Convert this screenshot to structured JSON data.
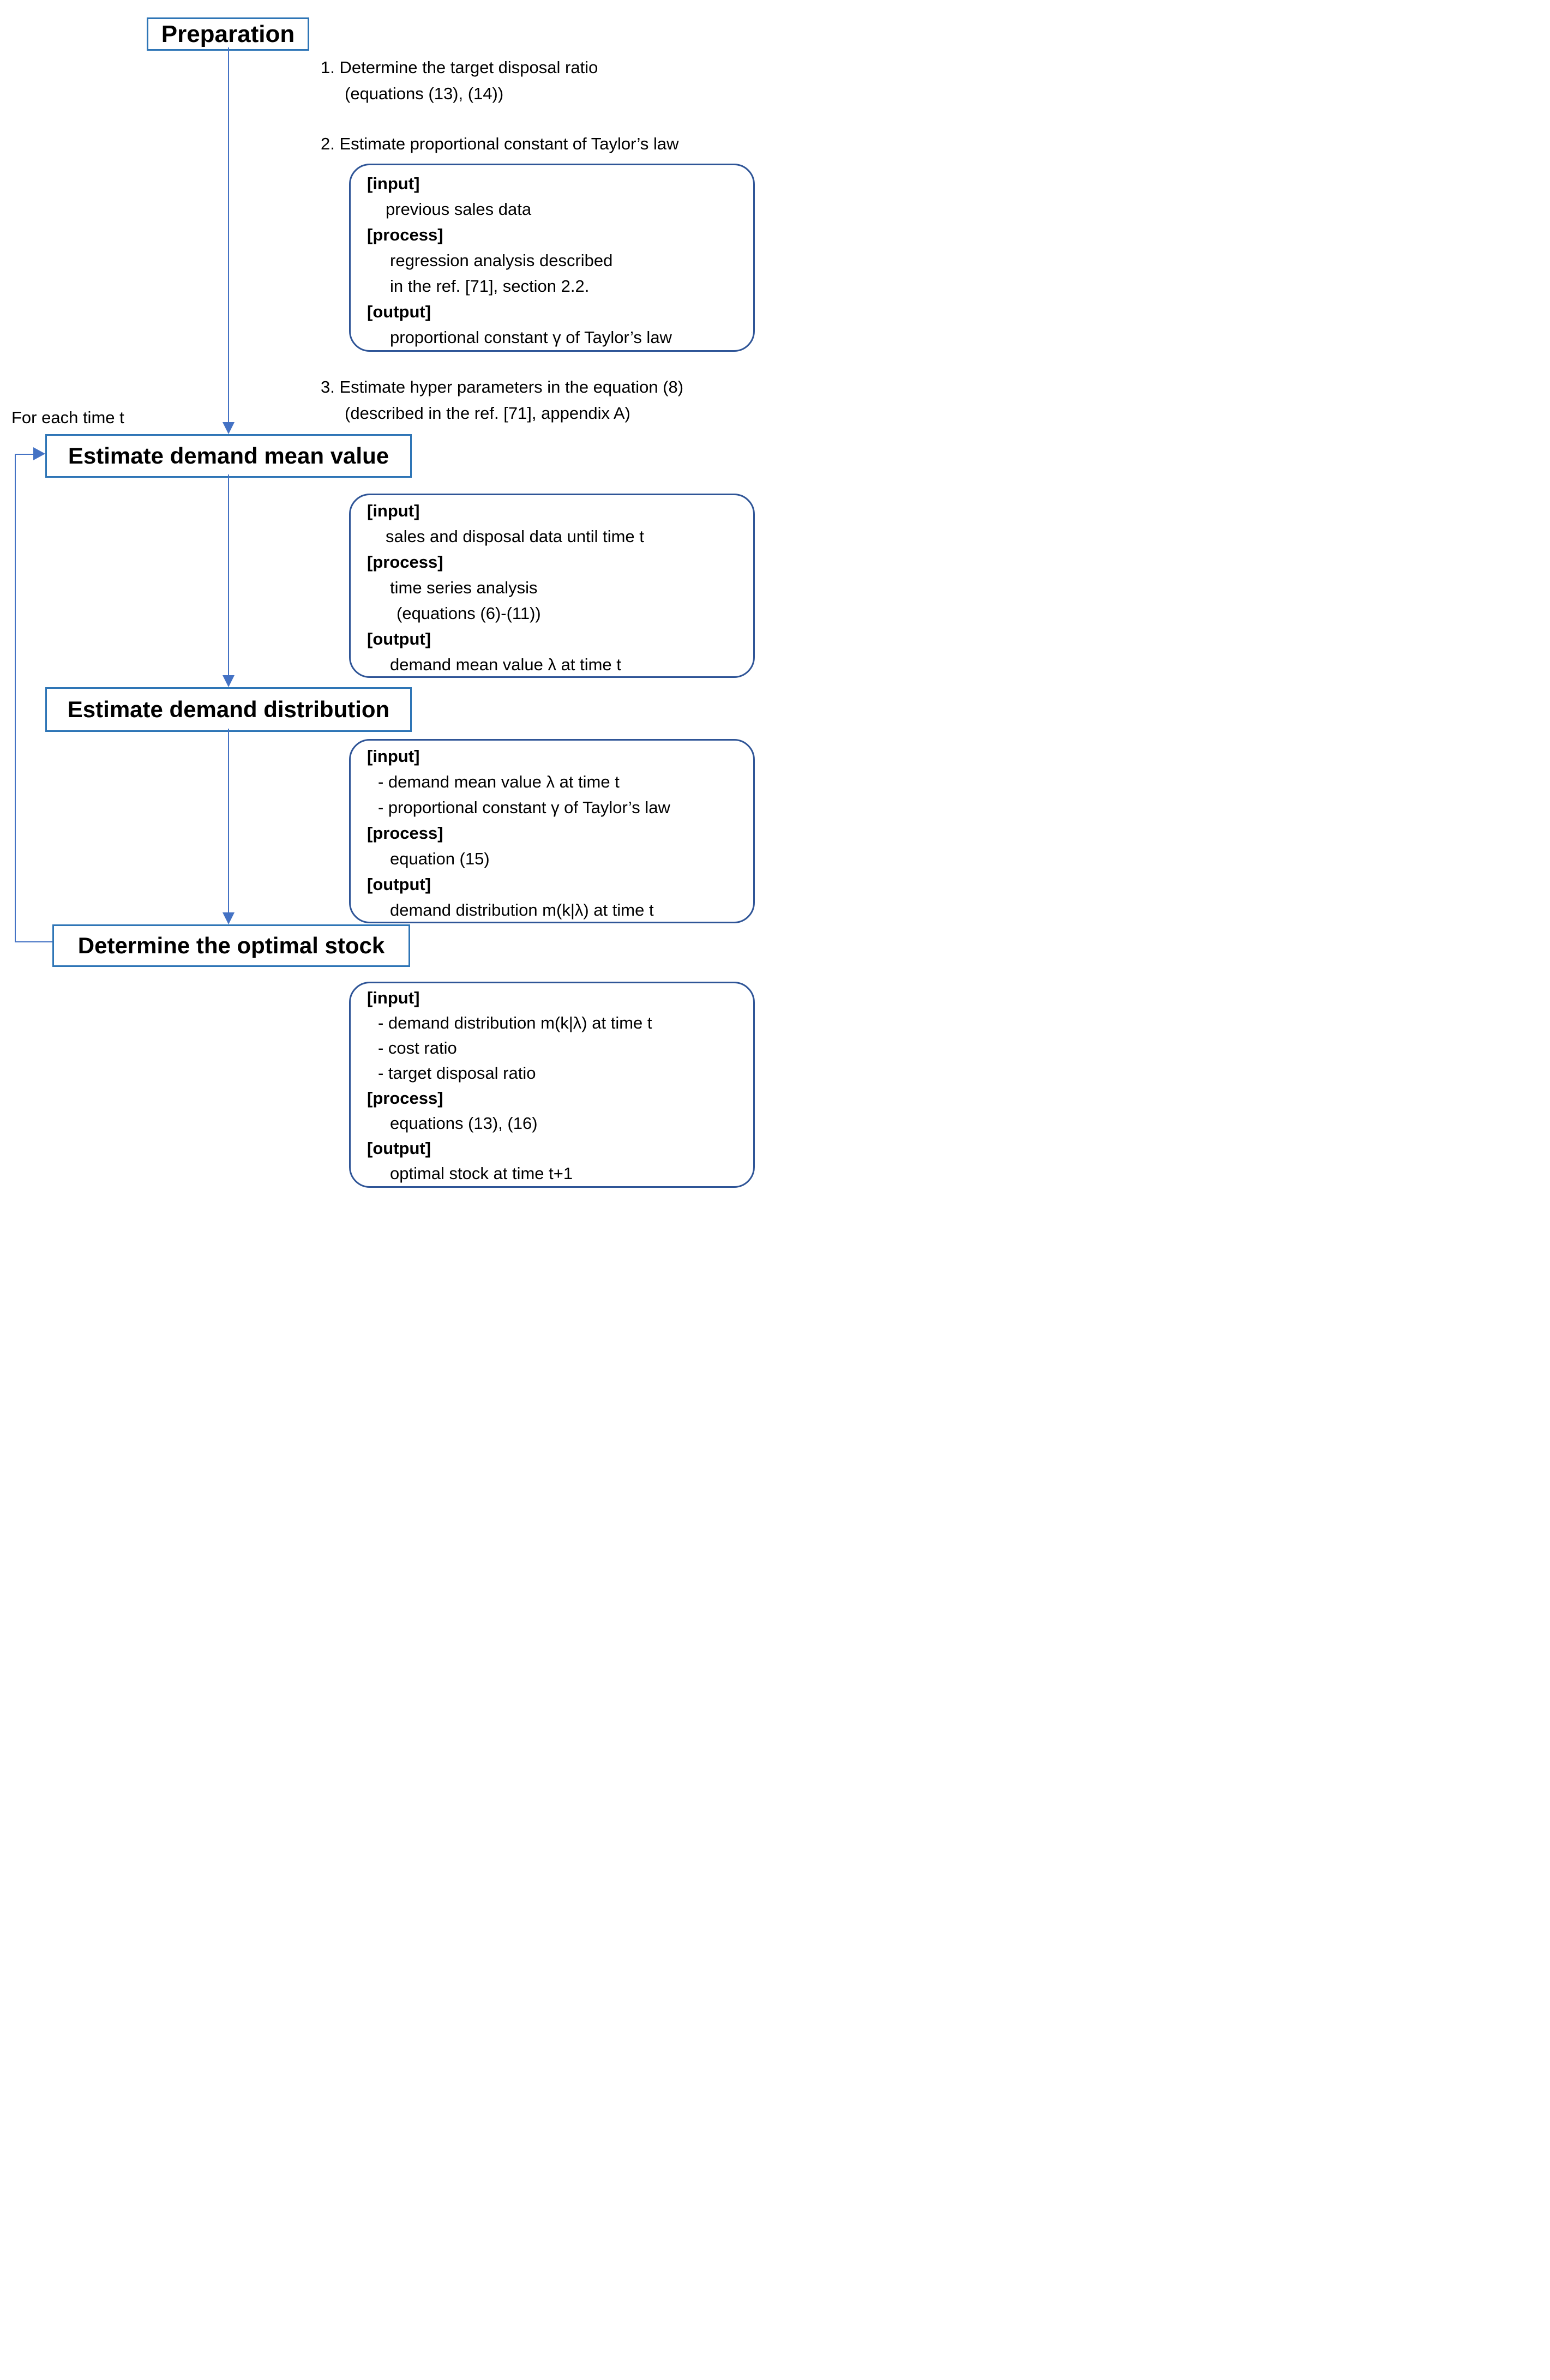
{
  "colors": {
    "process_box_border": "#2E75B6",
    "io_box_border": "#2F5597",
    "connector": "#4472C4",
    "text": "#000000"
  },
  "preparation": {
    "label": "Preparation"
  },
  "loop_label": "For each time t",
  "steps": [
    {
      "lines": [
        "1. Determine the target disposal ratio",
        "(equations (13), (14))"
      ]
    },
    {
      "lines": [
        "2. Estimate proportional constant of Taylor’s law"
      ]
    },
    {
      "lines": [
        "3. Estimate hyper parameters in the equation (8)",
        "(described in the ref. [71], appendix A)"
      ]
    }
  ],
  "process_boxes": [
    {
      "label": "Estimate demand mean value"
    },
    {
      "label": "Estimate demand distribution"
    },
    {
      "label": "Determine the optimal stock"
    }
  ],
  "io_boxes": [
    {
      "lines": [
        "[input]",
        "previous sales data",
        "[process]",
        "regression analysis described",
        "in the ref. [71], section 2.2.",
        "[output]",
        "proportional constant γ of Taylor’s law"
      ]
    },
    {
      "lines": [
        "[input]",
        "sales and disposal data until time t",
        "[process]",
        "time series analysis",
        "(equations (6)-(11))",
        "[output]",
        "demand mean value λ at time t"
      ]
    },
    {
      "lines": [
        "[input]",
        "- demand mean value λ at time t",
        "- proportional constant γ of Taylor’s law",
        "[process]",
        "equation (15)",
        "[output]",
        "demand distribution m(k|λ) at time t"
      ]
    },
    {
      "lines": [
        "[input]",
        "- demand distribution m(k|λ) at time t",
        "- cost ratio",
        "- target disposal ratio",
        "[process]",
        "equations (13), (16)",
        "[output]",
        "optimal stock at time t+1"
      ]
    }
  ]
}
